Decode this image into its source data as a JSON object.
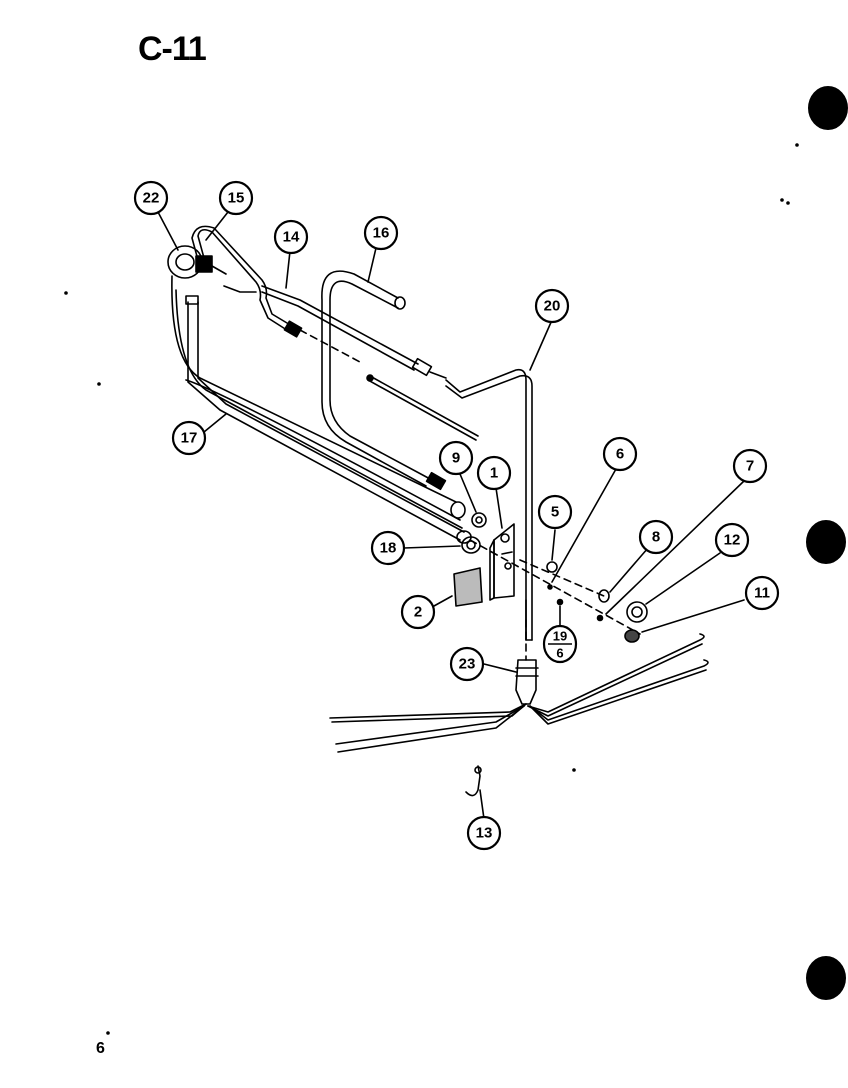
{
  "page": {
    "title": "C-11",
    "page_number": "6"
  },
  "callouts": [
    {
      "id": "22",
      "label": "22"
    },
    {
      "id": "15",
      "label": "15"
    },
    {
      "id": "14",
      "label": "14"
    },
    {
      "id": "16",
      "label": "16"
    },
    {
      "id": "20",
      "label": "20"
    },
    {
      "id": "17",
      "label": "17"
    },
    {
      "id": "9",
      "label": "9"
    },
    {
      "id": "1",
      "label": "1"
    },
    {
      "id": "6a",
      "label": "6"
    },
    {
      "id": "7",
      "label": "7"
    },
    {
      "id": "5",
      "label": "5"
    },
    {
      "id": "8",
      "label": "8"
    },
    {
      "id": "12",
      "label": "12"
    },
    {
      "id": "18",
      "label": "18"
    },
    {
      "id": "11",
      "label": "11"
    },
    {
      "id": "2",
      "label": "2"
    },
    {
      "id": "23",
      "label": "23"
    },
    {
      "id": "13",
      "label": "13"
    }
  ],
  "fraction_callout": {
    "numerator": "19",
    "denominator": "6"
  },
  "colors": {
    "ink": "#000000",
    "paper": "#ffffff"
  }
}
